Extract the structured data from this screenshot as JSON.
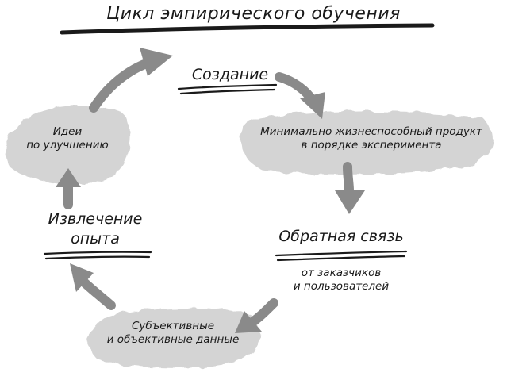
{
  "title": "Цикл эмпирического обучения",
  "nodes": {
    "build": {
      "label": "Создание"
    },
    "mvp": {
      "line1": "Минимально жизнеспособный продукт",
      "line2": "в порядке эксперимента"
    },
    "feedback": {
      "label": "Обратная связь",
      "sub_line1": "от заказчиков",
      "sub_line2": "и пользователей"
    },
    "data": {
      "line1": "Субъективные",
      "line2": "и объективные данные"
    },
    "learn": {
      "line1": "Извлечение",
      "line2": "опыта"
    },
    "ideas": {
      "line1": "Идеи",
      "line2": "по улучшению"
    }
  },
  "colors": {
    "ink": "#1a1a1a",
    "arrow": "#8a8a8a",
    "smudge": "#d4d4d4"
  },
  "icons": [
    "arrow-right-icon",
    "arrow-down-icon",
    "arrow-left-icon",
    "arrow-up-icon"
  ]
}
